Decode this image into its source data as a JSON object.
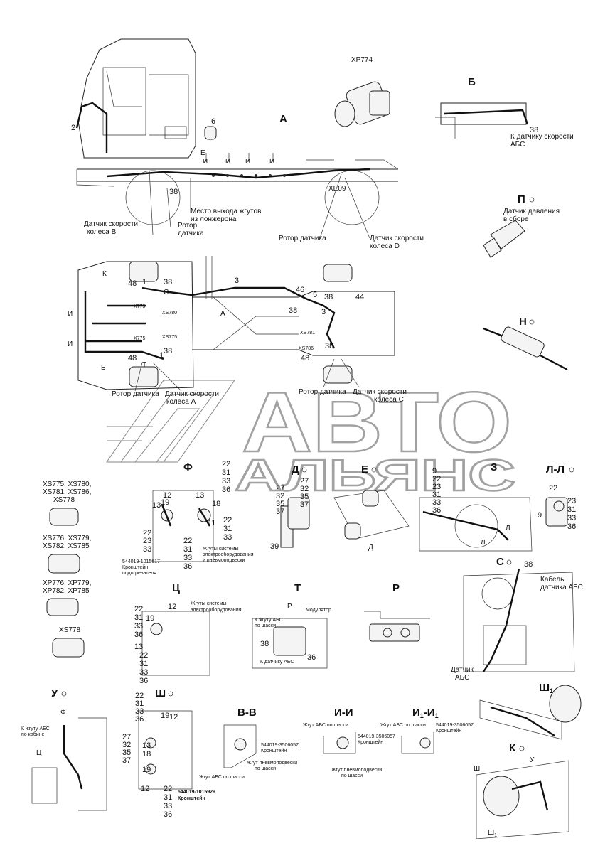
{
  "watermark": {
    "line1": "АВТО",
    "line2": "АЛЬЯНС"
  },
  "views": {
    "A": "А",
    "B": "Б",
    "P_circ": "П",
    "N": "Н",
    "F": "Ф",
    "D": "Д",
    "E": "Е",
    "Z": "З",
    "LL": "Л-Л",
    "C_circ": "С",
    "TS": "Ц",
    "T": "Т",
    "R": "Р",
    "U": "У",
    "SH": "Ш",
    "VV": "В-В",
    "II": "И-И",
    "I1I1": "И1-И1",
    "SH1": "Ш1",
    "K": "К"
  },
  "connector_top": "XP774",
  "callouts": {
    "n2": "2",
    "n6": "6",
    "n38": "38",
    "n3": "3",
    "n5": "5",
    "n46": "46",
    "n44": "44",
    "n48": "48",
    "n1": "1",
    "n9": "9",
    "n12": "12",
    "n13": "13",
    "n19": "19",
    "n11": "11",
    "n18": "18",
    "n22": "22",
    "n23": "23",
    "n27": "27",
    "n31": "31",
    "n32": "32",
    "n33": "33",
    "n35": "35",
    "n36": "36",
    "n37": "37",
    "n39": "39"
  },
  "labels": {
    "abs_sensor_b": "Датчик скорости колеса В",
    "rotor": "Ротор датчика",
    "harness_exit": "Место выхода жгутов из лонжерона",
    "abs_sensor_d": "Датчик скорости колеса D",
    "abs_sensor_a": "Датчик скорости колеса А",
    "abs_sensor_c": "Датчик скорости колеса С",
    "to_abs_sensor": "К датчику скорости АБС",
    "pressure_sensor": "Датчик давления в сборе",
    "abs_cable": "Кабель датчика АБС",
    "abs_sensor": "Датчик АБС",
    "el_harness": "Жгуты системы электрооборудования",
    "el_pneu_harness": "Жгуты системы электрооборудования и пневмоподвески",
    "bracket_engine": "544019-1015617 Кронштейн подогревателя",
    "to_abs_harness_chassis": "К жгуту АБС по шасси",
    "modulator": "Модулятор",
    "to_abs_sensor_short": "К датчику АБС",
    "to_abs_harness_cab": "К жгуту АБС по кабине",
    "abs_harness_chassis": "Жгут АБС по шасси",
    "bracket_3506057": "544019-3506057 Кронштейн",
    "pneu_harness_chassis": "Жгут пневмоподвески по шасси",
    "bracket_1015929": "544019-1015929 Кронштейн"
  },
  "connector_groups": [
    "XS775, XS780, XS781, XS786, XS778",
    "XS776, XS779, XS782, XS785",
    "XP776, XP779, XP782, XP785",
    "XS778"
  ],
  "frame_marks": [
    "X779",
    "XS780",
    "X775",
    "XS775",
    "XS781",
    "XS786",
    "XE09"
  ],
  "side_marks": [
    "И",
    "И1",
    "К",
    "Б",
    "С",
    "Т",
    "Ш",
    "Ц",
    "Ф",
    "У",
    "Р",
    "Л",
    "Е",
    "В",
    "Д"
  ]
}
